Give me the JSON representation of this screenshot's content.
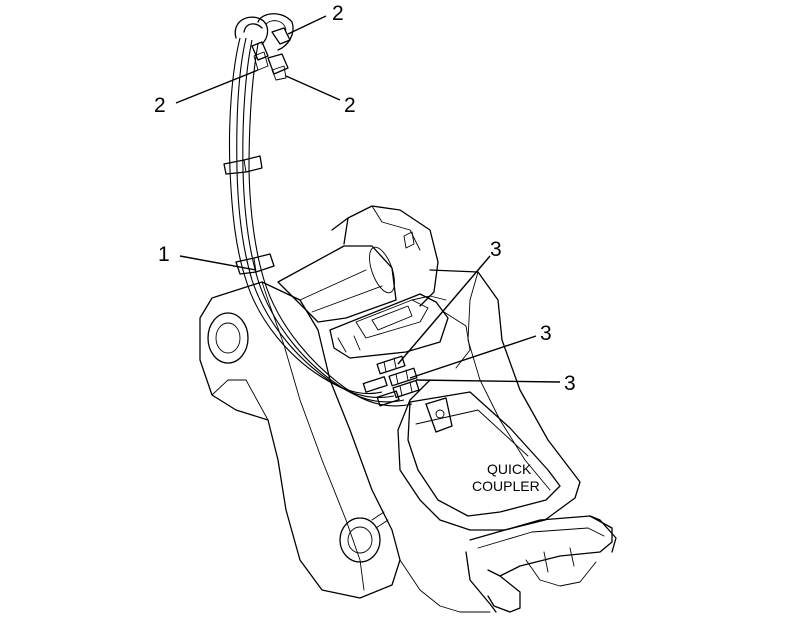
{
  "callouts": {
    "hose_clamp": "1",
    "fitting_top": "2",
    "fitting_left": "2",
    "fitting_right": "2",
    "coupling_upper": "3",
    "coupling_middle": "3",
    "coupling_lower": "3"
  },
  "plate": {
    "line1": "QUICK",
    "line2": "COUPLER"
  }
}
